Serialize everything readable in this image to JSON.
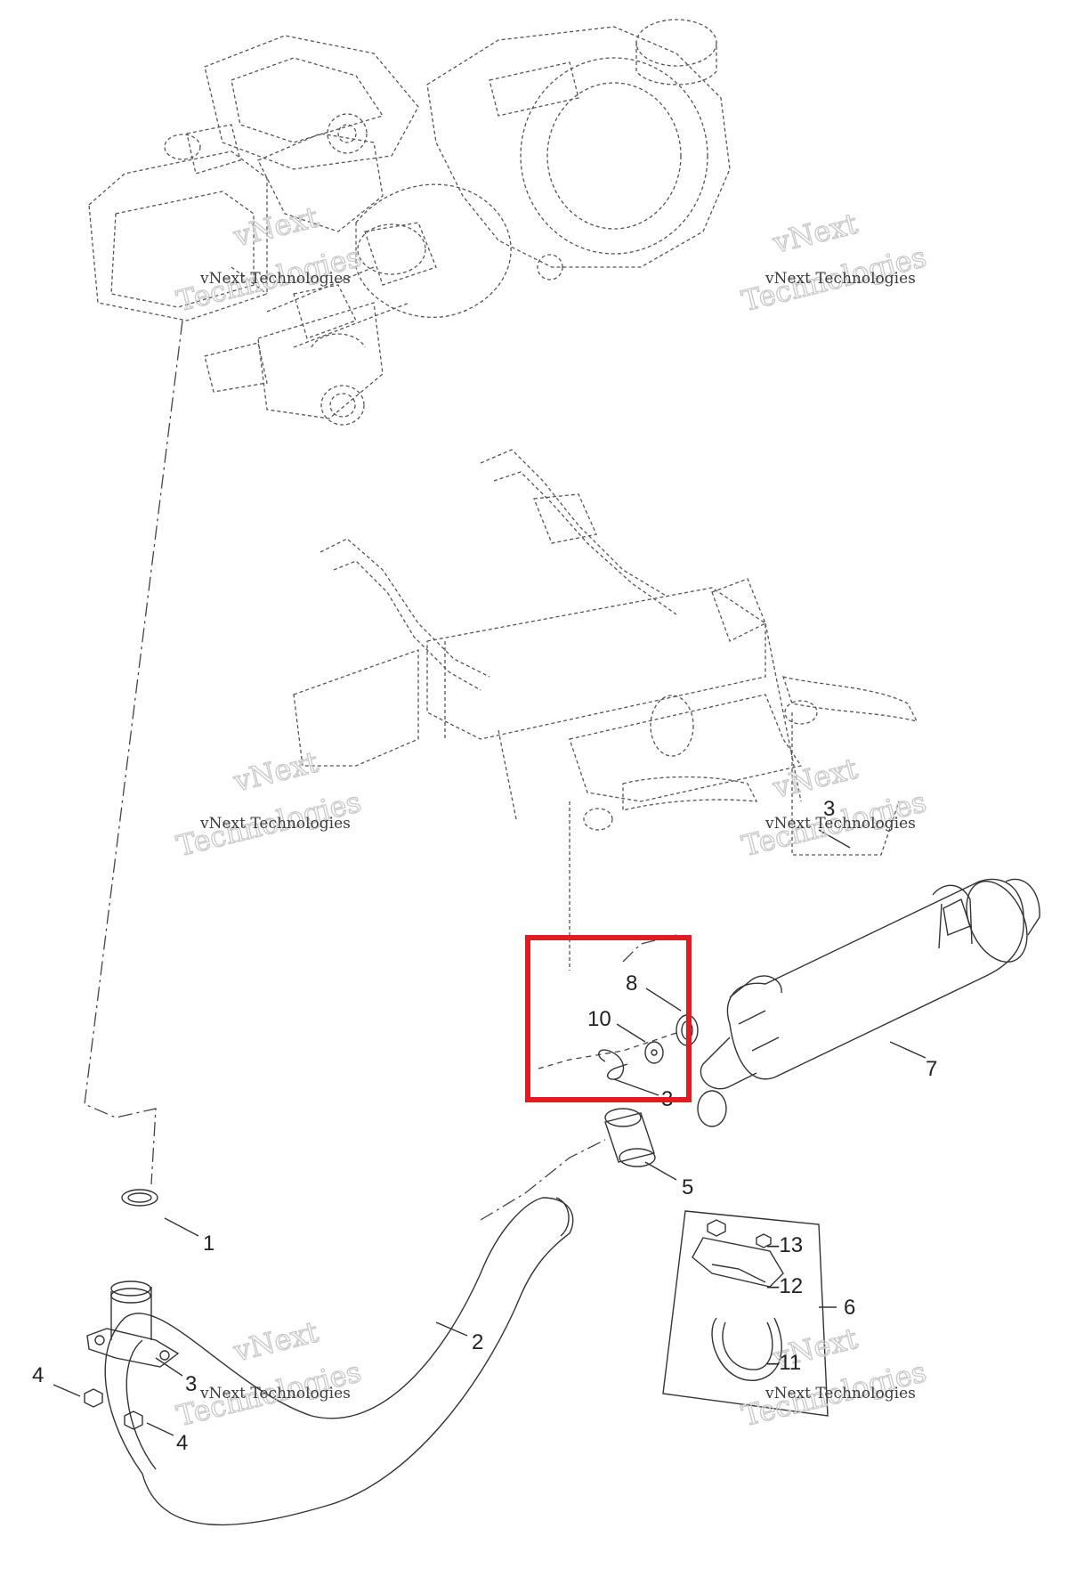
{
  "diagram": {
    "callouts": [
      {
        "id": "1",
        "label": "1"
      },
      {
        "id": "2",
        "label": "2"
      },
      {
        "id": "3a",
        "label": "3"
      },
      {
        "id": "3b",
        "label": "3"
      },
      {
        "id": "3c",
        "label": "3"
      },
      {
        "id": "4a",
        "label": "4"
      },
      {
        "id": "4b",
        "label": "4"
      },
      {
        "id": "5",
        "label": "5"
      },
      {
        "id": "6",
        "label": "6"
      },
      {
        "id": "7",
        "label": "7"
      },
      {
        "id": "8",
        "label": "8"
      },
      {
        "id": "10",
        "label": "10"
      },
      {
        "id": "11",
        "label": "–11"
      },
      {
        "id": "12",
        "label": "–12"
      },
      {
        "id": "13",
        "label": "–13"
      }
    ],
    "watermark": {
      "small": "vNext Technologies",
      "big_line1": "vNext",
      "big_line2": "Technologies"
    },
    "highlight_color": "#e01b22"
  }
}
